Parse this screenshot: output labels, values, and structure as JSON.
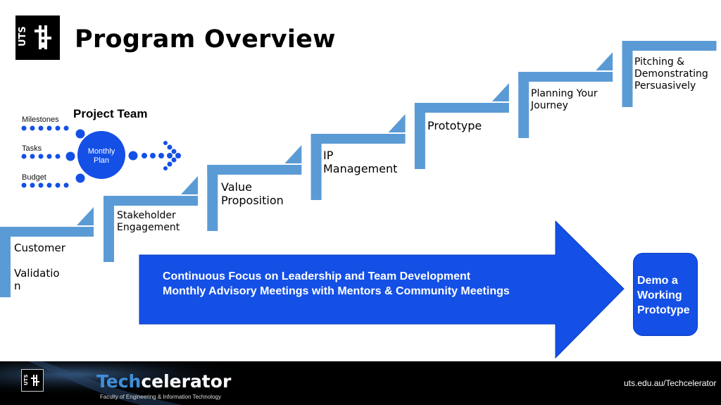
{
  "header": {
    "logo_text": "UTS",
    "title": "Program Overview"
  },
  "steps": [
    {
      "label": "Customer\n\nValidatio\nn"
    },
    {
      "label": "Stakeholder\nEngagement"
    },
    {
      "label": "Value\nProposition"
    },
    {
      "label": "IP\nManagement"
    },
    {
      "label": "Prototype"
    },
    {
      "label": "Planning Your\nJourney"
    },
    {
      "label": "Pitching &\nDemonstrating\n Persuasively"
    }
  ],
  "project_team": {
    "title": "Project Team",
    "inputs": [
      "Milestones",
      "Tasks",
      "Budget"
    ],
    "hub": "Monthly\nPlan"
  },
  "arrow": {
    "line1": "Continuous Focus on Leadership and Team Development",
    "line2": "Monthly Advisory Meetings with Mentors & Community Meetings"
  },
  "demo": {
    "text": "Demo  a\nWorking\nPrototype"
  },
  "footer": {
    "logo_text": "UTS",
    "brand_part1": "Tech",
    "brand_part2": "celerator",
    "faculty": "Faculty of Engineering & Information Technology",
    "url": "uts.edu.au/Techcelerator"
  },
  "colors": {
    "step_blue": "#5b9bd5",
    "arrow_blue": "#1450e6",
    "dot_blue": "#1450e6",
    "brand_blue": "#3f8fd9"
  }
}
